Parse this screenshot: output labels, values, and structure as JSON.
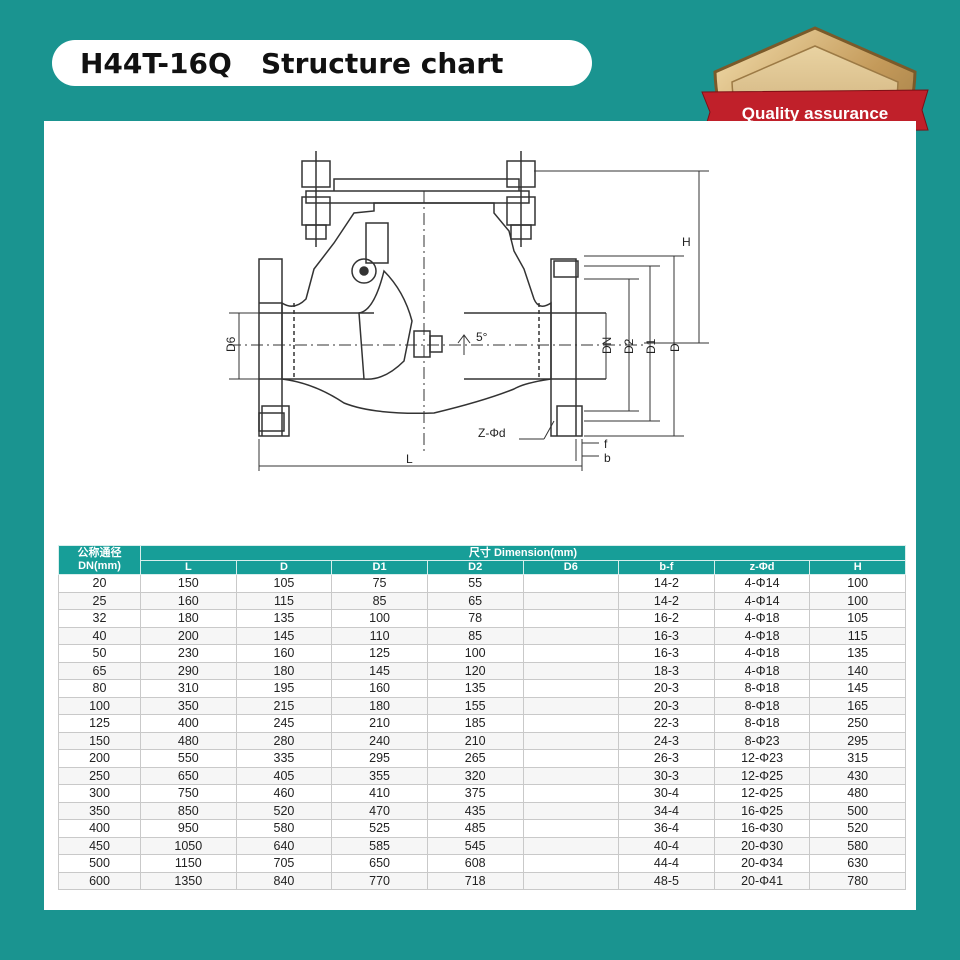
{
  "title": "H44T-16Q   Structure chart",
  "badge": {
    "text": "Quality assurance"
  },
  "drawing_labels": {
    "H": "H",
    "D6": "D6",
    "DN": "DN",
    "D2": "D2",
    "D1": "D1",
    "D": "D",
    "L": "L",
    "angle": "5°",
    "zd": "Z-Φd",
    "f": "f",
    "b": "b"
  },
  "table": {
    "dn_header_cn": "公称通径",
    "dn_header_en": "DN(mm)",
    "group_header": "尺寸 Dimension(mm)",
    "columns": [
      "L",
      "D",
      "D1",
      "D2",
      "D6",
      "b-f",
      "z-Φd",
      "H"
    ],
    "rows": [
      [
        "20",
        "150",
        "105",
        "75",
        "55",
        "",
        "14-2",
        "4-Φ14",
        "100"
      ],
      [
        "25",
        "160",
        "115",
        "85",
        "65",
        "",
        "14-2",
        "4-Φ14",
        "100"
      ],
      [
        "32",
        "180",
        "135",
        "100",
        "78",
        "",
        "16-2",
        "4-Φ18",
        "105"
      ],
      [
        "40",
        "200",
        "145",
        "110",
        "85",
        "",
        "16-3",
        "4-Φ18",
        "115"
      ],
      [
        "50",
        "230",
        "160",
        "125",
        "100",
        "",
        "16-3",
        "4-Φ18",
        "135"
      ],
      [
        "65",
        "290",
        "180",
        "145",
        "120",
        "",
        "18-3",
        "4-Φ18",
        "140"
      ],
      [
        "80",
        "310",
        "195",
        "160",
        "135",
        "",
        "20-3",
        "8-Φ18",
        "145"
      ],
      [
        "100",
        "350",
        "215",
        "180",
        "155",
        "",
        "20-3",
        "8-Φ18",
        "165"
      ],
      [
        "125",
        "400",
        "245",
        "210",
        "185",
        "",
        "22-3",
        "8-Φ18",
        "250"
      ],
      [
        "150",
        "480",
        "280",
        "240",
        "210",
        "",
        "24-3",
        "8-Φ23",
        "295"
      ],
      [
        "200",
        "550",
        "335",
        "295",
        "265",
        "",
        "26-3",
        "12-Φ23",
        "315"
      ],
      [
        "250",
        "650",
        "405",
        "355",
        "320",
        "",
        "30-3",
        "12-Φ25",
        "430"
      ],
      [
        "300",
        "750",
        "460",
        "410",
        "375",
        "",
        "30-4",
        "12-Φ25",
        "480"
      ],
      [
        "350",
        "850",
        "520",
        "470",
        "435",
        "",
        "34-4",
        "16-Φ25",
        "500"
      ],
      [
        "400",
        "950",
        "580",
        "525",
        "485",
        "",
        "36-4",
        "16-Φ30",
        "520"
      ],
      [
        "450",
        "1050",
        "640",
        "585",
        "545",
        "",
        "40-4",
        "20-Φ30",
        "580"
      ],
      [
        "500",
        "1150",
        "705",
        "650",
        "608",
        "",
        "44-4",
        "20-Φ34",
        "630"
      ],
      [
        "600",
        "1350",
        "840",
        "770",
        "718",
        "",
        "48-5",
        "20-Φ41",
        "780"
      ]
    ]
  },
  "colors": {
    "background": "#1a9490",
    "header": "#179e98",
    "ribbon": "#c0202a",
    "shield_gold": "#c9a66b"
  }
}
